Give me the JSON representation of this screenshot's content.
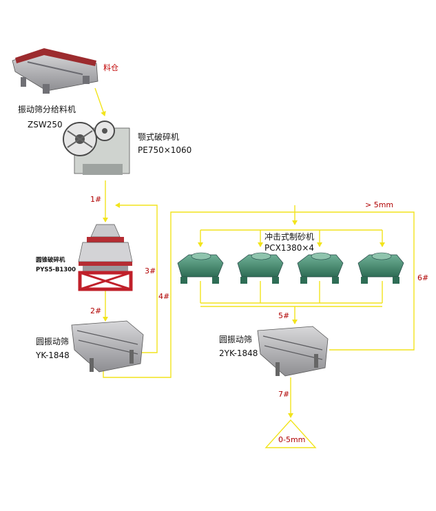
{
  "colors": {
    "flow_line": "#f2e41c",
    "number_label": "#b00000",
    "hopper_label": "#c00000",
    "equipment_green": "#3f8a6f",
    "frame_red": "#c0202a",
    "steel_grey": "#a8a8ab"
  },
  "hopper": {
    "label": "料仓"
  },
  "feeder": {
    "name": "振动筛分给料机",
    "model": "ZSW250",
    "icon": "vibrating-feeder-icon"
  },
  "jaw_crusher": {
    "name": "颚式破碎机",
    "model": "PE750×1060",
    "icon": "jaw-crusher-icon"
  },
  "cone_crusher": {
    "name": "圆锥破碎机",
    "model": "PYS5-B1300",
    "icon": "cone-crusher-icon"
  },
  "screen_1": {
    "name": "圆振动筛",
    "model": "YK-1848",
    "icon": "vibrating-screen-icon"
  },
  "sand_maker": {
    "name": "冲击式制砂机",
    "model": "PCX1380×4",
    "icon": "impact-sand-maker-icon"
  },
  "screen_2": {
    "name": "圆振动筛",
    "model": "2YK-1848",
    "icon": "vibrating-screen-icon"
  },
  "product": {
    "label": "0-5mm",
    "icon": "product-pile-icon"
  },
  "oversize_label": "> 5mm",
  "flow_numbers": [
    "1#",
    "2#",
    "3#",
    "4#",
    "5#",
    "6#",
    "7#"
  ]
}
